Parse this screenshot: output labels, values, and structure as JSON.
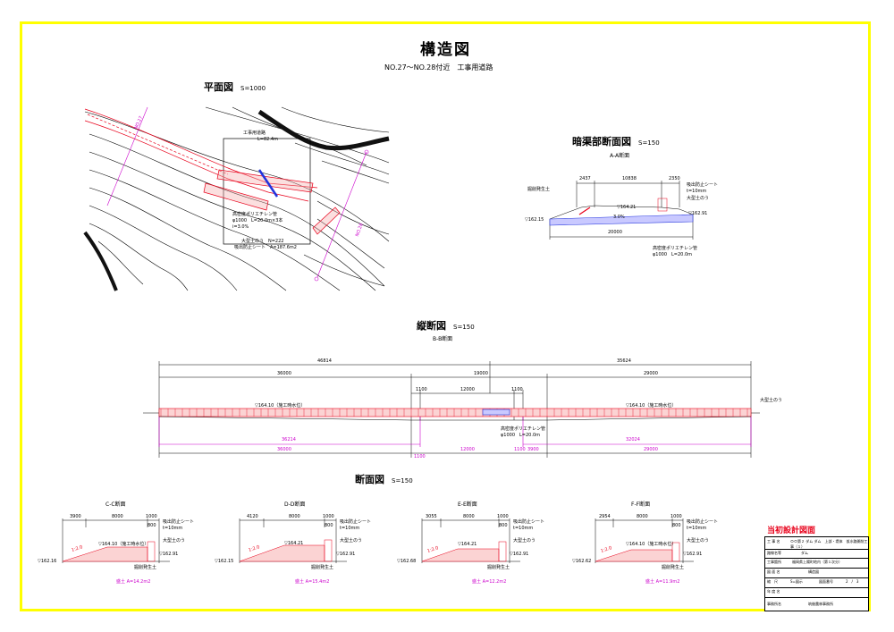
{
  "header": {
    "title": "構造図",
    "subtitle": "NO.27～NO.28付近　工事用道路"
  },
  "plan": {
    "heading": "平面図",
    "scale": "S=1000",
    "labels": {
      "road": "工事用道路",
      "road_len": "L=82.4m",
      "pipe1": "高密度ポリエチレン管",
      "pipe2": "φ1000　L=20.0m×3本",
      "pipe3": "i=3.0%",
      "sandbag1": "大型土のう　N=222",
      "sandbag2": "吸出防止シート　A=187.6m2",
      "no27": "NO.27",
      "no28": "NO.28"
    }
  },
  "culvert": {
    "heading": "暗渠部断面図",
    "scale": "S=150",
    "section": "A-A断面",
    "dims": {
      "left": "2437",
      "center": "10838",
      "right": "2350",
      "bottom": "20000"
    },
    "labels": {
      "soil": "掘削発生土",
      "sheet": "吸出防止シート",
      "sheet_t": "t=10mm",
      "sandbag": "大型土のう",
      "wl_left": "▽162.15",
      "wl_mid": "▽164.21",
      "wl_right": "▽162.91",
      "slope": "3.0%",
      "pipe": "高密度ポリエチレン管",
      "pipe_spec": "φ1000　L=20.0m"
    }
  },
  "longitudinal": {
    "heading": "縦断図",
    "scale": "S=150",
    "section": "B-B断面",
    "dims": {
      "total_left": "46814",
      "total_right": "35624",
      "seg1": "36000",
      "seg2": "19000",
      "seg3": "29000",
      "small1": "1100",
      "small2": "12000",
      "small3": "1100",
      "mag_left": "36214",
      "mag_right": "32024",
      "bot1": "36000",
      "bot2": "12000",
      "bot3": "3900",
      "bot4": "29000",
      "bot_small": "1100",
      "bot_small2": "1100"
    },
    "labels": {
      "wl_left": "▽164.10（施工時水位）",
      "wl_right": "▽164.10（施工時水位）",
      "sandbag": "大型土のう",
      "pipe": "高密度ポリエチレン管",
      "pipe_spec": "φ1000　L=20.0m"
    }
  },
  "sections": {
    "heading": "断面図",
    "scale": "S=150",
    "items": [
      {
        "name": "C-C断面",
        "d1": "3900",
        "d2": "8000",
        "d3": "1000",
        "wl_left": "▽162.16",
        "wl_mid": "▽164.10（施工時水位）",
        "wl_right": "▽162.91",
        "area": "盛土 A=14.2m2",
        "slope": "1:2.0"
      },
      {
        "name": "D-D断面",
        "d1": "4120",
        "d2": "8000",
        "d3": "1000",
        "wl_left": "▽162.15",
        "wl_mid": "▽164.21",
        "wl_right": "▽162.91",
        "area": "盛土 A=15.4m2",
        "slope": "1:2.0"
      },
      {
        "name": "E-E断面",
        "d1": "3055",
        "d2": "8000",
        "d3": "1000",
        "wl_left": "▽162.68",
        "wl_mid": "▽164.21",
        "wl_right": "▽162.91",
        "area": "盛土 A=12.2m2",
        "slope": "1:2.0"
      },
      {
        "name": "F-F断面",
        "d1": "2954",
        "d2": "8000",
        "d3": "1000",
        "wl_left": "▽162.62",
        "wl_mid": "▽164.10（施工時水位）",
        "wl_right": "▽162.91",
        "area": "盛土 A=11.9m2",
        "slope": "1:2.0"
      }
    ],
    "common": {
      "sheet": "吸出防止シート",
      "sheet_t": "t=10mm",
      "sandbag": "大型土のう",
      "soil": "掘削発生土",
      "mid": "800"
    }
  },
  "titleblock": {
    "stamp": "当初設計図面",
    "rows": [
      {
        "k": "工 事 名",
        "v": "ＯＯ第２ ダム ダム　上部・堤体　仮水路開削工事（１）"
      },
      {
        "k": "路線名等",
        "v": "ダム"
      },
      {
        "k": "工事箇所",
        "v": "福岡県上陽町地内（第１次分）"
      },
      {
        "k": "図 面 名",
        "v": "構造図"
      },
      {
        "k": "縮　尺",
        "v": "S=図示",
        "k2": "図面番号",
        "v2": "2　/　3"
      },
      {
        "k": "年 度 名",
        "v": ""
      },
      {
        "k": "事務所名",
        "v": "筑後農林事務所"
      }
    ]
  }
}
